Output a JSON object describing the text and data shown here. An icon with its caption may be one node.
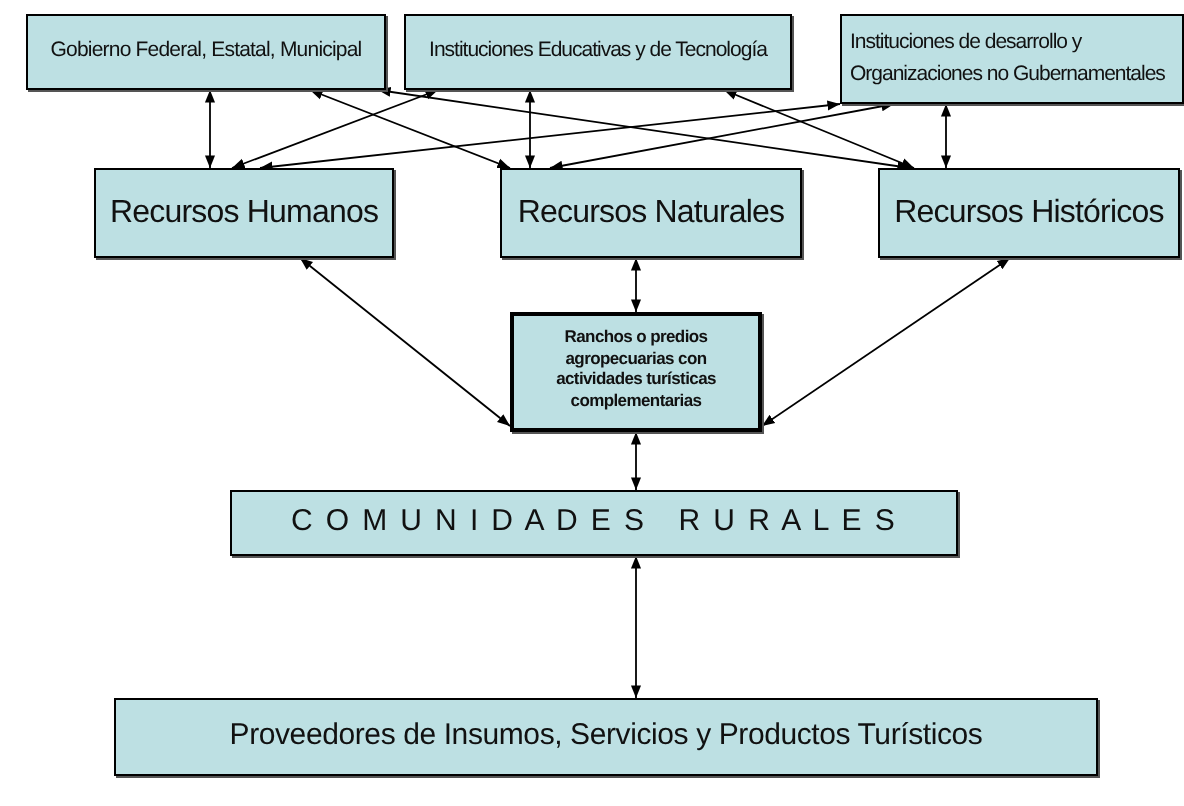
{
  "diagram": {
    "nodes": [
      {
        "text": [
          "Gobierno Federal, Estatal, Municipal"
        ]
      },
      {
        "text": [
          "Instituciones Educativas y de Tecnología"
        ]
      },
      {
        "text": [
          "Instituciones de desarrollo y Organizaciones no Gubernamentales"
        ]
      },
      {
        "text": [
          "Recursos Humanos"
        ]
      },
      {
        "text": [
          "Recursos Naturales"
        ]
      },
      {
        "text": [
          "Recursos Históricos"
        ]
      },
      {
        "text": [
          "Ranchos o predios agropecuarias con actividades turísticas complementarias"
        ]
      },
      {
        "text": [
          "C O M U N I D A D E S   R U R A L E S"
        ]
      },
      {
        "text": [
          "Proveedores de Insumos, Servicios y Productos Turísticos"
        ]
      }
    ],
    "edges": [
      {
        "from": 0,
        "to": 3,
        "arrow": "both"
      },
      {
        "from": 0,
        "to": 4,
        "arrow": "both"
      },
      {
        "from": 0,
        "to": 5,
        "arrow": "both"
      },
      {
        "from": 1,
        "to": 3,
        "arrow": "both"
      },
      {
        "from": 1,
        "to": 4,
        "arrow": "both"
      },
      {
        "from": 1,
        "to": 5,
        "arrow": "both"
      },
      {
        "from": 2,
        "to": 3,
        "arrow": "both"
      },
      {
        "from": 2,
        "to": 4,
        "arrow": "both"
      },
      {
        "from": 2,
        "to": 5,
        "arrow": "both"
      },
      {
        "from": 3,
        "to": 6,
        "arrow": "both"
      },
      {
        "from": 4,
        "to": 6,
        "arrow": "both"
      },
      {
        "from": 5,
        "to": 6,
        "arrow": "both"
      },
      {
        "from": 6,
        "to": 7,
        "arrow": "both"
      },
      {
        "from": 7,
        "to": 8,
        "arrow": "both"
      }
    ]
  }
}
